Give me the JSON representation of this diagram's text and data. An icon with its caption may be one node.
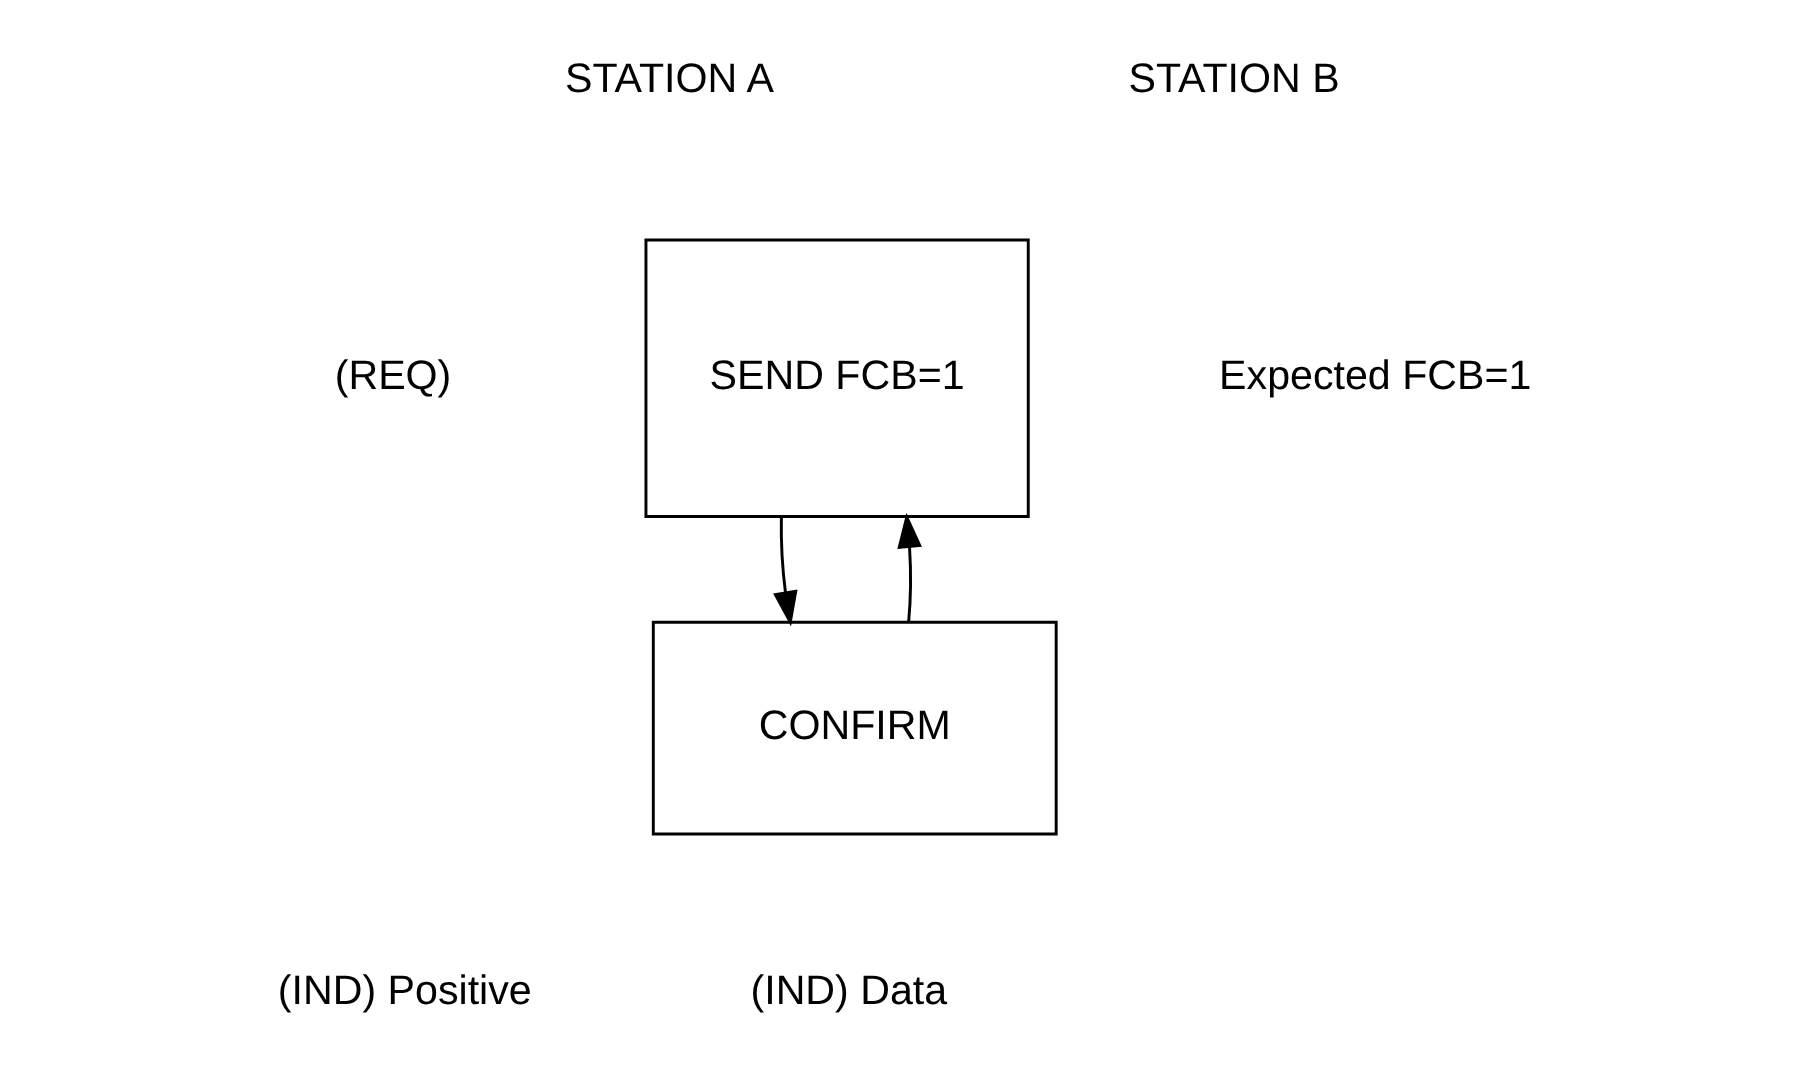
{
  "diagram": {
    "nodes": [
      {
        "text": [
          "SEND FCB=1"
        ]
      },
      {
        "text": [
          "CONFIRM"
        ]
      }
    ],
    "edges": [
      {
        "from": 0,
        "to": 1,
        "arrow": "to"
      },
      {
        "from": 1,
        "to": 0,
        "arrow": "to"
      }
    ],
    "labels": [
      "STATION A",
      "STATION B",
      "(REQ)",
      "Expected FCB=1",
      "(IND) Positive",
      "(IND) Data"
    ]
  }
}
